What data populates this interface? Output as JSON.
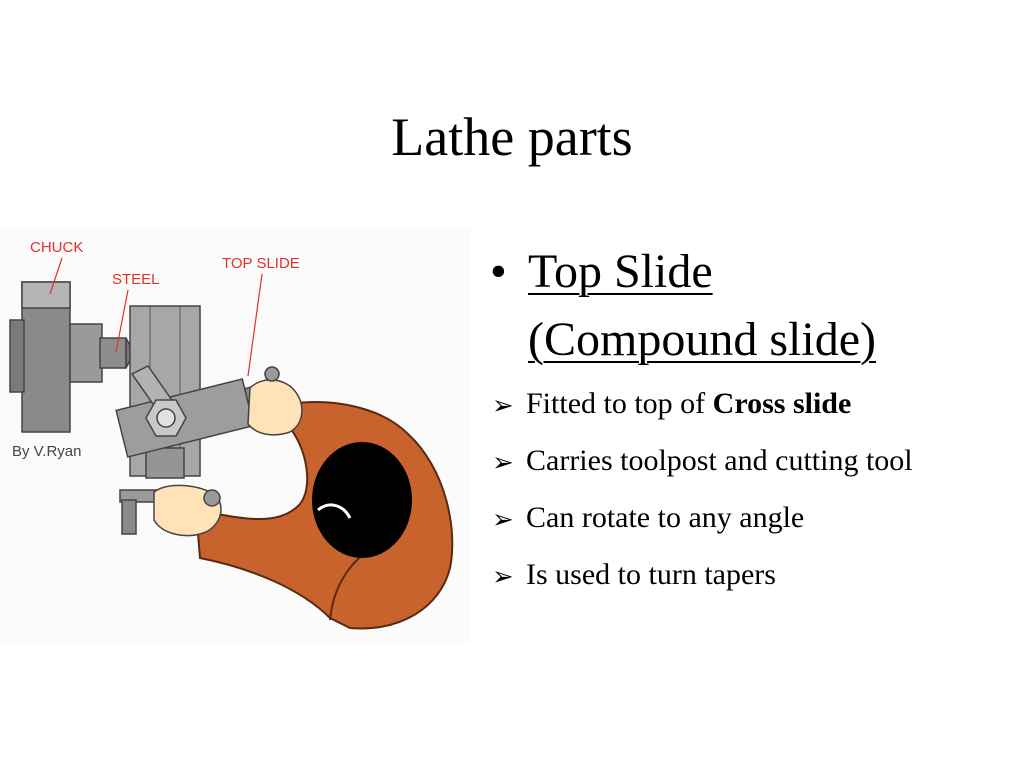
{
  "slide": {
    "title": "Lathe parts"
  },
  "illustration": {
    "labels": {
      "chuck": "CHUCK",
      "steel": "STEEL",
      "top_slide": "TOP SLIDE",
      "credit": "By V.Ryan"
    },
    "colors": {
      "label_red": "#e0322a",
      "sleeve": "#c8632d",
      "skin": "#ffe2b8",
      "metal": "#8f8f8f",
      "hair": "#000000"
    }
  },
  "content": {
    "bullet_symbol": "•",
    "heading_line1": "Top Slide",
    "heading_line2": "(Compound slide)",
    "arrow_symbol": "➢",
    "items": [
      {
        "text": "Fitted to top of ",
        "bold": "Cross slide"
      },
      {
        "text": "Carries toolpost and cutting tool",
        "bold": ""
      },
      {
        "text": "Can rotate to any angle",
        "bold": ""
      },
      {
        "text": "Is used to turn tapers",
        "bold": ""
      }
    ]
  }
}
